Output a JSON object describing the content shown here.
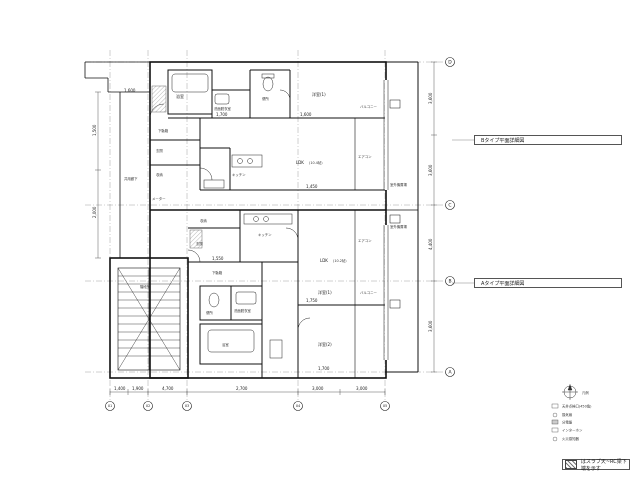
{
  "notes": {
    "type_b": "Bタイプ平面詳細図",
    "type_a": "Aタイプ平面詳細図",
    "hatch": "はスラブ天~RC梁下端を示す"
  },
  "grid": {
    "right": [
      "D",
      "C",
      "B",
      "A"
    ],
    "bottom": [
      "X1",
      "X2",
      "X3",
      "X4",
      "X5"
    ]
  },
  "rooms": {
    "bath_b": "浴室",
    "washroom_b": "洗面脱衣室",
    "toilet_b": "便所",
    "western_b1": "洋室(1)",
    "entrance_b": "玄関",
    "closet_b": "収納",
    "kitchen_b": "キッチン",
    "ldk_b": "LDK",
    "ldk_b_area": "(10.4帖)",
    "balcony_b": "バルコニー",
    "corridor": "共用廊下",
    "stair": "階段室",
    "bath_a": "浴室",
    "washroom_a": "洗面脱衣室",
    "toilet_a": "便所",
    "entrance_a": "玄関",
    "closet_a": "収納",
    "kitchen_a": "キッチン",
    "ldk_a": "LDK",
    "ldk_a_area": "(10.2帖)",
    "western_a1": "洋室(1)",
    "western_a2": "洋室(2)",
    "balcony_a": "バルコニー",
    "shoe_a": "下駄箱",
    "shoe_b": "下駄箱",
    "aircon_b": "エアコン",
    "aircon_a": "エアコン",
    "outdoor_unit_b": "室外機置場",
    "outdoor_unit_a": "室外機置場",
    "meter": "メーター"
  },
  "dims": {
    "bottom": [
      "1,400",
      "1,900",
      "4,700",
      "2,700",
      "3,000",
      "3,000"
    ],
    "right": [
      "3,600",
      "3,600",
      "4,400",
      "3,600"
    ],
    "top": [
      "1,600"
    ],
    "inner_b": [
      "1,700",
      "1,600",
      "1,450"
    ],
    "inner_a": [
      "1,550",
      "1,750",
      "1,700"
    ],
    "left": [
      "1,500",
      "2,000"
    ]
  },
  "legend": {
    "title": "凡例",
    "items": [
      "天井点検口(450角)",
      "換気扇",
      "分電盤",
      "インターホン",
      "火災感知器"
    ]
  }
}
